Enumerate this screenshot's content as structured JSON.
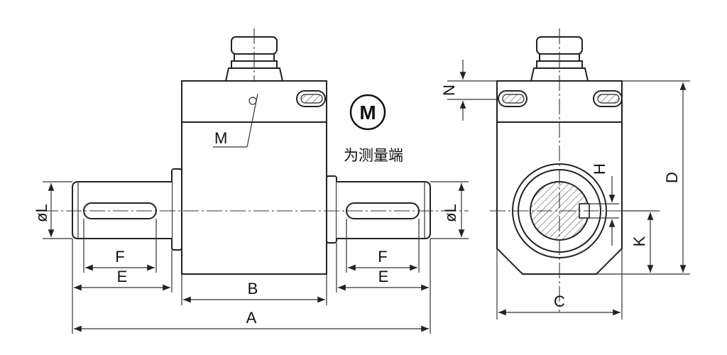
{
  "labels": {
    "dim_A": "A",
    "dim_B": "B",
    "dim_C": "C",
    "dim_D": "D",
    "dim_E_left": "E",
    "dim_E_right": "E",
    "dim_F_left": "F",
    "dim_F_right": "F",
    "dim_H": "H",
    "dim_K": "K",
    "dim_N": "N",
    "dim_L_left": "øL",
    "dim_L_right": "øL",
    "callout_M": "M",
    "circle_M": "M",
    "measure_end_text": "为测量端"
  }
}
